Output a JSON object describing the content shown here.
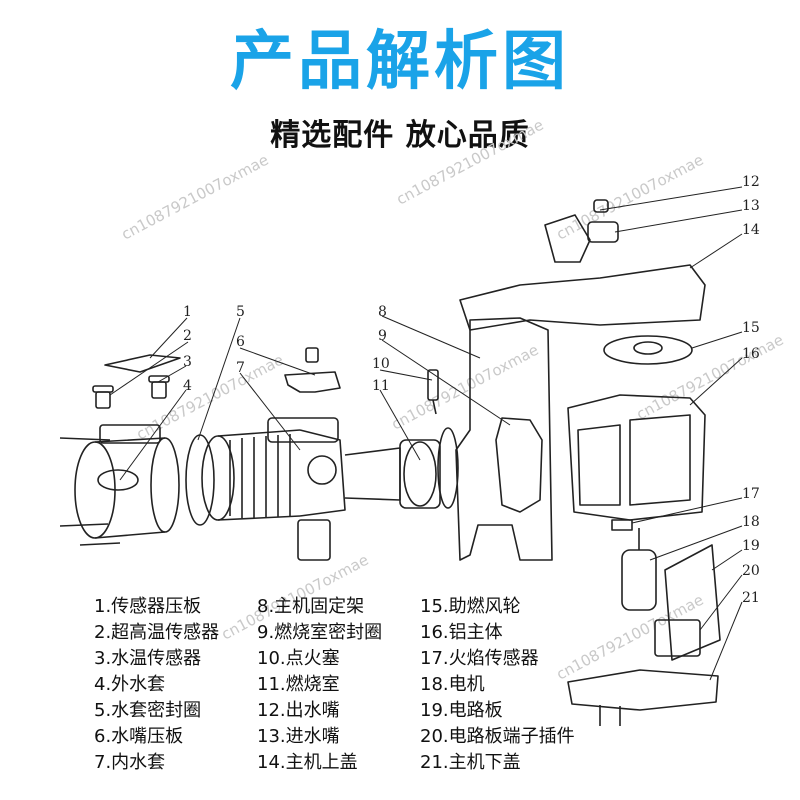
{
  "header": {
    "title": "产品解析图",
    "subtitle": "精选配件 放心品质"
  },
  "callouts": [
    "1",
    "2",
    "3",
    "4",
    "5",
    "6",
    "7",
    "8",
    "9",
    "10",
    "11",
    "12",
    "13",
    "14",
    "15",
    "16",
    "17",
    "18",
    "19",
    "20",
    "21"
  ],
  "watermark": "cn1087921007oxmae",
  "legend": {
    "col1": [
      "1.传感器压板",
      "2.超高温传感器",
      "3.水温传感器",
      "4.外水套",
      "5.水套密封圈",
      "6.水嘴压板",
      "7.内水套"
    ],
    "col2": [
      "8.主机固定架",
      "9.燃烧室密封圈",
      "10.点火塞",
      "11.燃烧室",
      "12.出水嘴",
      "13.进水嘴",
      "14.主机上盖"
    ],
    "col3": [
      "15.助燃风轮",
      "16.铝主体",
      "17.火焰传感器",
      "18.电机",
      "19.电路板",
      "20.电路板端子插件",
      "21.主机下盖"
    ]
  }
}
